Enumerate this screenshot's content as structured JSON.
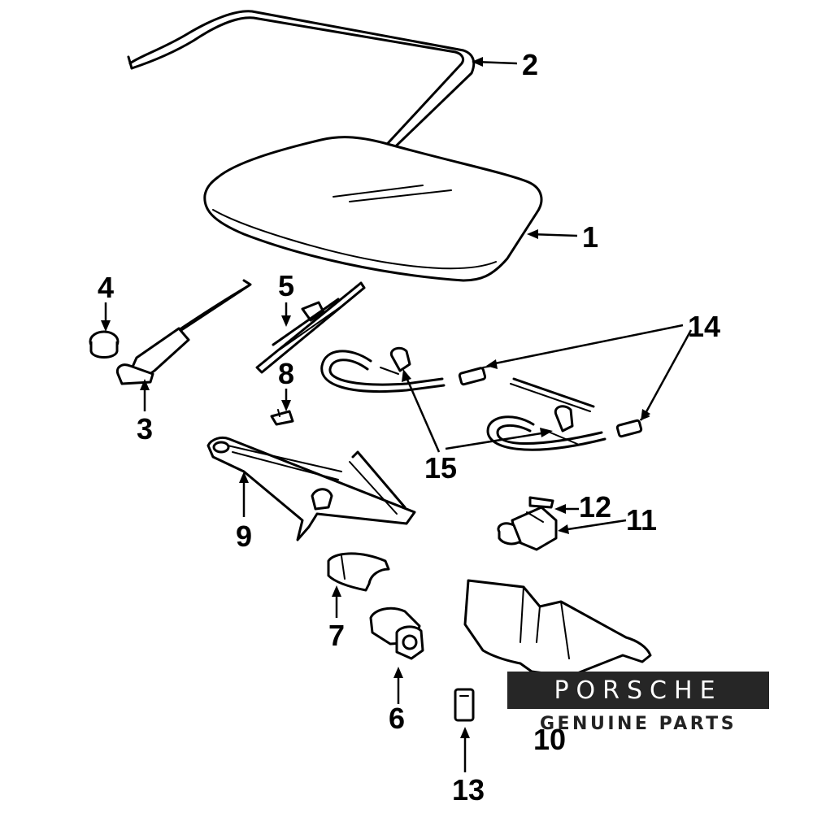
{
  "brand": {
    "logo_text": "PORSCHE",
    "tagline": "GENUINE PARTS",
    "logo_bg_color": "#262626",
    "logo_text_color": "#ffffff"
  },
  "callouts": {
    "c1": "1",
    "c2": "2",
    "c3": "3",
    "c4": "4",
    "c5": "5",
    "c6": "6",
    "c7": "7",
    "c8": "8",
    "c9": "9",
    "c10": "10",
    "c11": "11",
    "c12": "12",
    "c13": "13",
    "c14": "14",
    "c15": "15"
  }
}
